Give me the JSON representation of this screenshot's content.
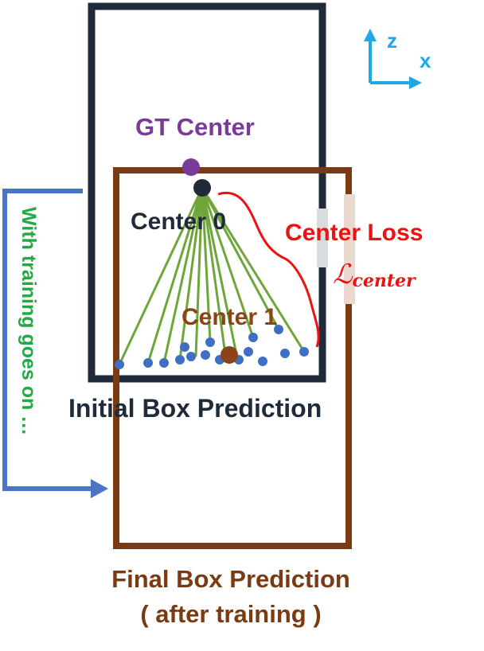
{
  "axes": {
    "z_label": "z",
    "x_label": "x"
  },
  "labels": {
    "gt_center": "GT Center",
    "center_0": "Center 0",
    "center_1": "Center 1",
    "center_loss": "Center Loss",
    "loss_symbol": "ℒ",
    "loss_subscript": "center",
    "initial_box": "Initial Box Prediction",
    "final_box": "Final Box Prediction",
    "final_box_note": "( after training )",
    "training_note": "With training goes on …"
  },
  "colors": {
    "initial_box": "#1f2a3a",
    "final_box": "#7a3b12",
    "gt_center": "#7a3a9a",
    "center_0": "#1f2a3a",
    "center_1": "#8a4418",
    "center_loss": "#ee1111",
    "training_arrow": "#4a74c6",
    "training_note": "#22aa44",
    "rays": "#6ea63a",
    "points": "#3f6fc4",
    "axis": "#1ea8e6"
  }
}
